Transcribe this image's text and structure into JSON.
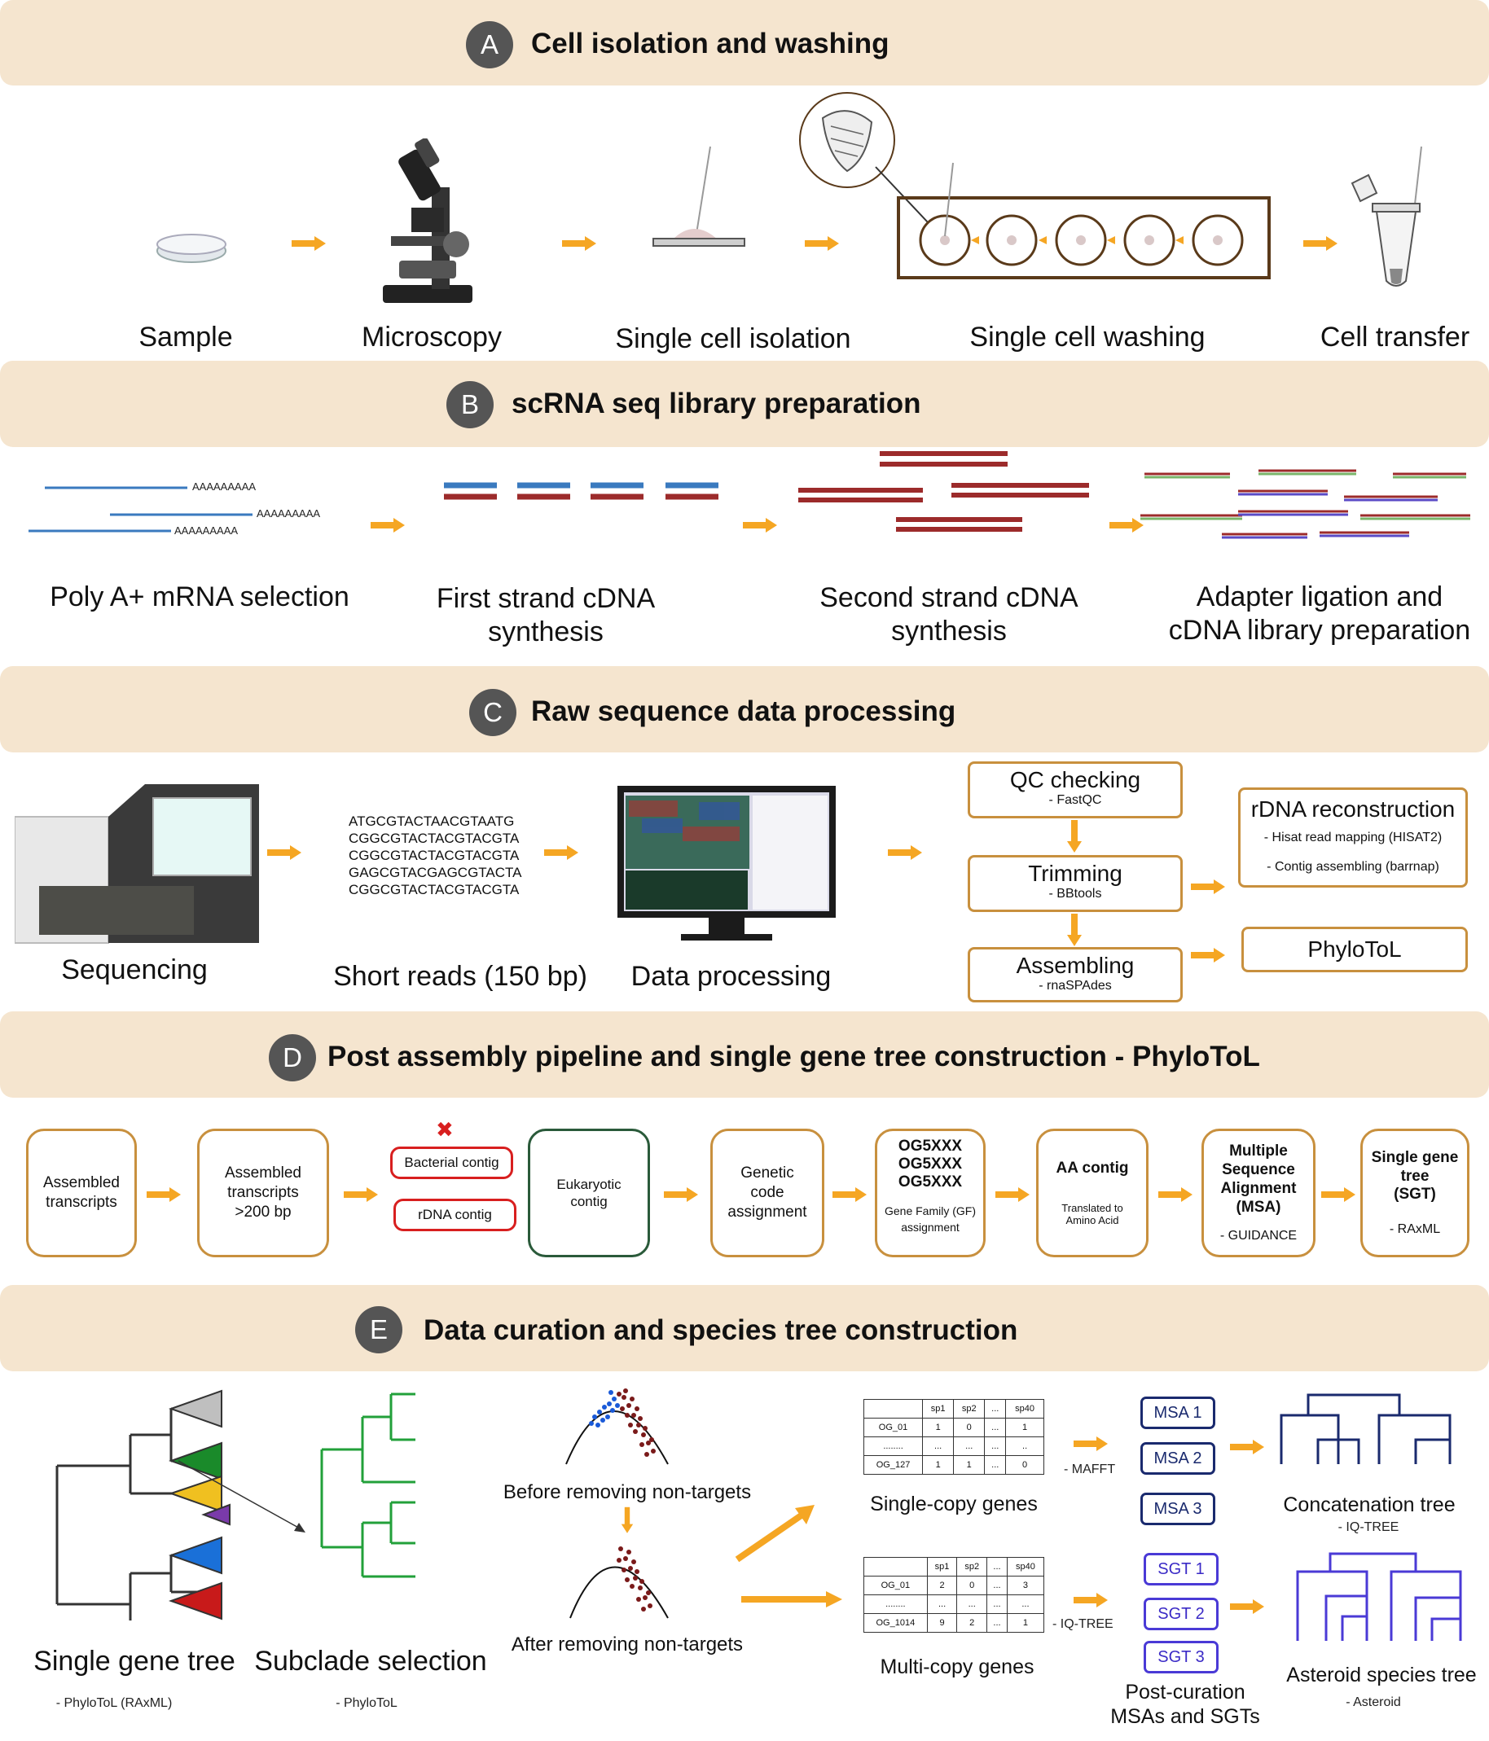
{
  "sectionA": {
    "badge": "A",
    "title": "Cell isolation and washing",
    "steps": [
      "Sample",
      "Microscopy",
      "Single cell isolation",
      "Single cell washing",
      "Cell transfer"
    ]
  },
  "sectionB": {
    "badge": "B",
    "title": "scRNA seq library preparation",
    "polyA": "AAAAAAAAA",
    "steps": [
      "Poly A+ mRNA selection",
      "First strand cDNA",
      "synthesis",
      "Second strand cDNA",
      "synthesis",
      "Adapter ligation and",
      "cDNA library preparation"
    ]
  },
  "sectionC": {
    "badge": "C",
    "title": "Raw sequence data processing",
    "reads": [
      "ATGCGTACTAACGTAATG",
      "CGGCGTACTACGTACGTA",
      "CGGCGTACTACGTACGTA",
      "GAGCGTACGAGCGTACTA",
      "CGGCGTACTACGTACGTA"
    ],
    "steps": [
      "Sequencing",
      "Short reads (150 bp)",
      "Data processing"
    ],
    "qc": {
      "title": "QC checking",
      "tool": "- FastQC"
    },
    "trim": {
      "title": "Trimming",
      "tool": "- BBtools"
    },
    "assem": {
      "title": "Assembling",
      "tool": "- rnaSPAdes"
    },
    "rdna": {
      "title": "rDNA reconstruction",
      "line1": "- Hisat read mapping (HISAT2)",
      "line2": "- Contig assembling (barrnap)"
    },
    "phylotol": "PhyloToL"
  },
  "sectionD": {
    "badge": "D",
    "title": "Post assembly pipeline and single gene tree construction - PhyloToL",
    "box1": [
      "Assembled",
      "transcripts"
    ],
    "box2": [
      "Assembled",
      "transcripts",
      ">200 bp"
    ],
    "removed": "✖",
    "bacterial": "Bacterial contig",
    "rdna": "rDNA contig",
    "euk": [
      "Eukaryotic",
      "contig"
    ],
    "genetic": [
      "Genetic",
      "code",
      "assignment"
    ],
    "og": [
      "OG5XXX",
      "OG5XXX",
      "OG5XXX"
    ],
    "gf": [
      "Gene Family (GF)",
      "assignment"
    ],
    "aa": {
      "title": "AA contig",
      "sub1": "Translated to",
      "sub2": "Amino Acid"
    },
    "msa": {
      "l1": "Multiple",
      "l2": "Sequence",
      "l3": "Alignment",
      "l4": "(MSA)",
      "tool": "- GUIDANCE"
    },
    "sgt": {
      "l1": "Single gene",
      "l2": "tree",
      "l3": "(SGT)",
      "tool": "- RAxML"
    }
  },
  "sectionE": {
    "badge": "E",
    "title": "Data curation and species tree construction",
    "sgtLabel": "Single gene tree",
    "sgtTool": "- PhyloToL (RAxML)",
    "subLabel": "Subclade selection",
    "subTool": "- PhyloToL",
    "before": "Before removing non-targets",
    "after": "After removing non-targets",
    "single": {
      "label": "Single-copy genes",
      "tool": "- MAFFT",
      "header": [
        "",
        "sp1",
        "sp2",
        "...",
        "sp40"
      ],
      "rows": [
        [
          "OG_01",
          "1",
          "0",
          "...",
          "1"
        ],
        [
          "........",
          "...",
          "...",
          "...",
          ".."
        ],
        [
          "OG_127",
          "1",
          "1",
          "...",
          "0"
        ]
      ]
    },
    "multi": {
      "label": "Multi-copy genes",
      "tool": "- IQ-TREE",
      "header": [
        "",
        "sp1",
        "sp2",
        "...",
        "sp40"
      ],
      "rows": [
        [
          "OG_01",
          "2",
          "0",
          "...",
          "3"
        ],
        [
          "........",
          "...",
          "...",
          "...",
          "..."
        ],
        [
          "OG_1014",
          "9",
          "2",
          "...",
          "1"
        ]
      ]
    },
    "msas": [
      "MSA 1",
      "MSA 2",
      "MSA 3"
    ],
    "sgts": [
      "SGT 1",
      "SGT 2",
      "SGT 3"
    ],
    "concat": "Concatenation tree",
    "concatTool": "- IQ-TREE",
    "postcur1": "Post-curation",
    "postcur2": "MSAs and SGTs",
    "asteroid": "Asteroid species tree",
    "asteroidTool": "- Asteroid"
  },
  "colors": {
    "band": "#f5e5cf",
    "arrow": "#f5a623",
    "box": "#c8903e",
    "dnaBlue": "#3a7abf",
    "dnaRed": "#9c2b2b"
  }
}
